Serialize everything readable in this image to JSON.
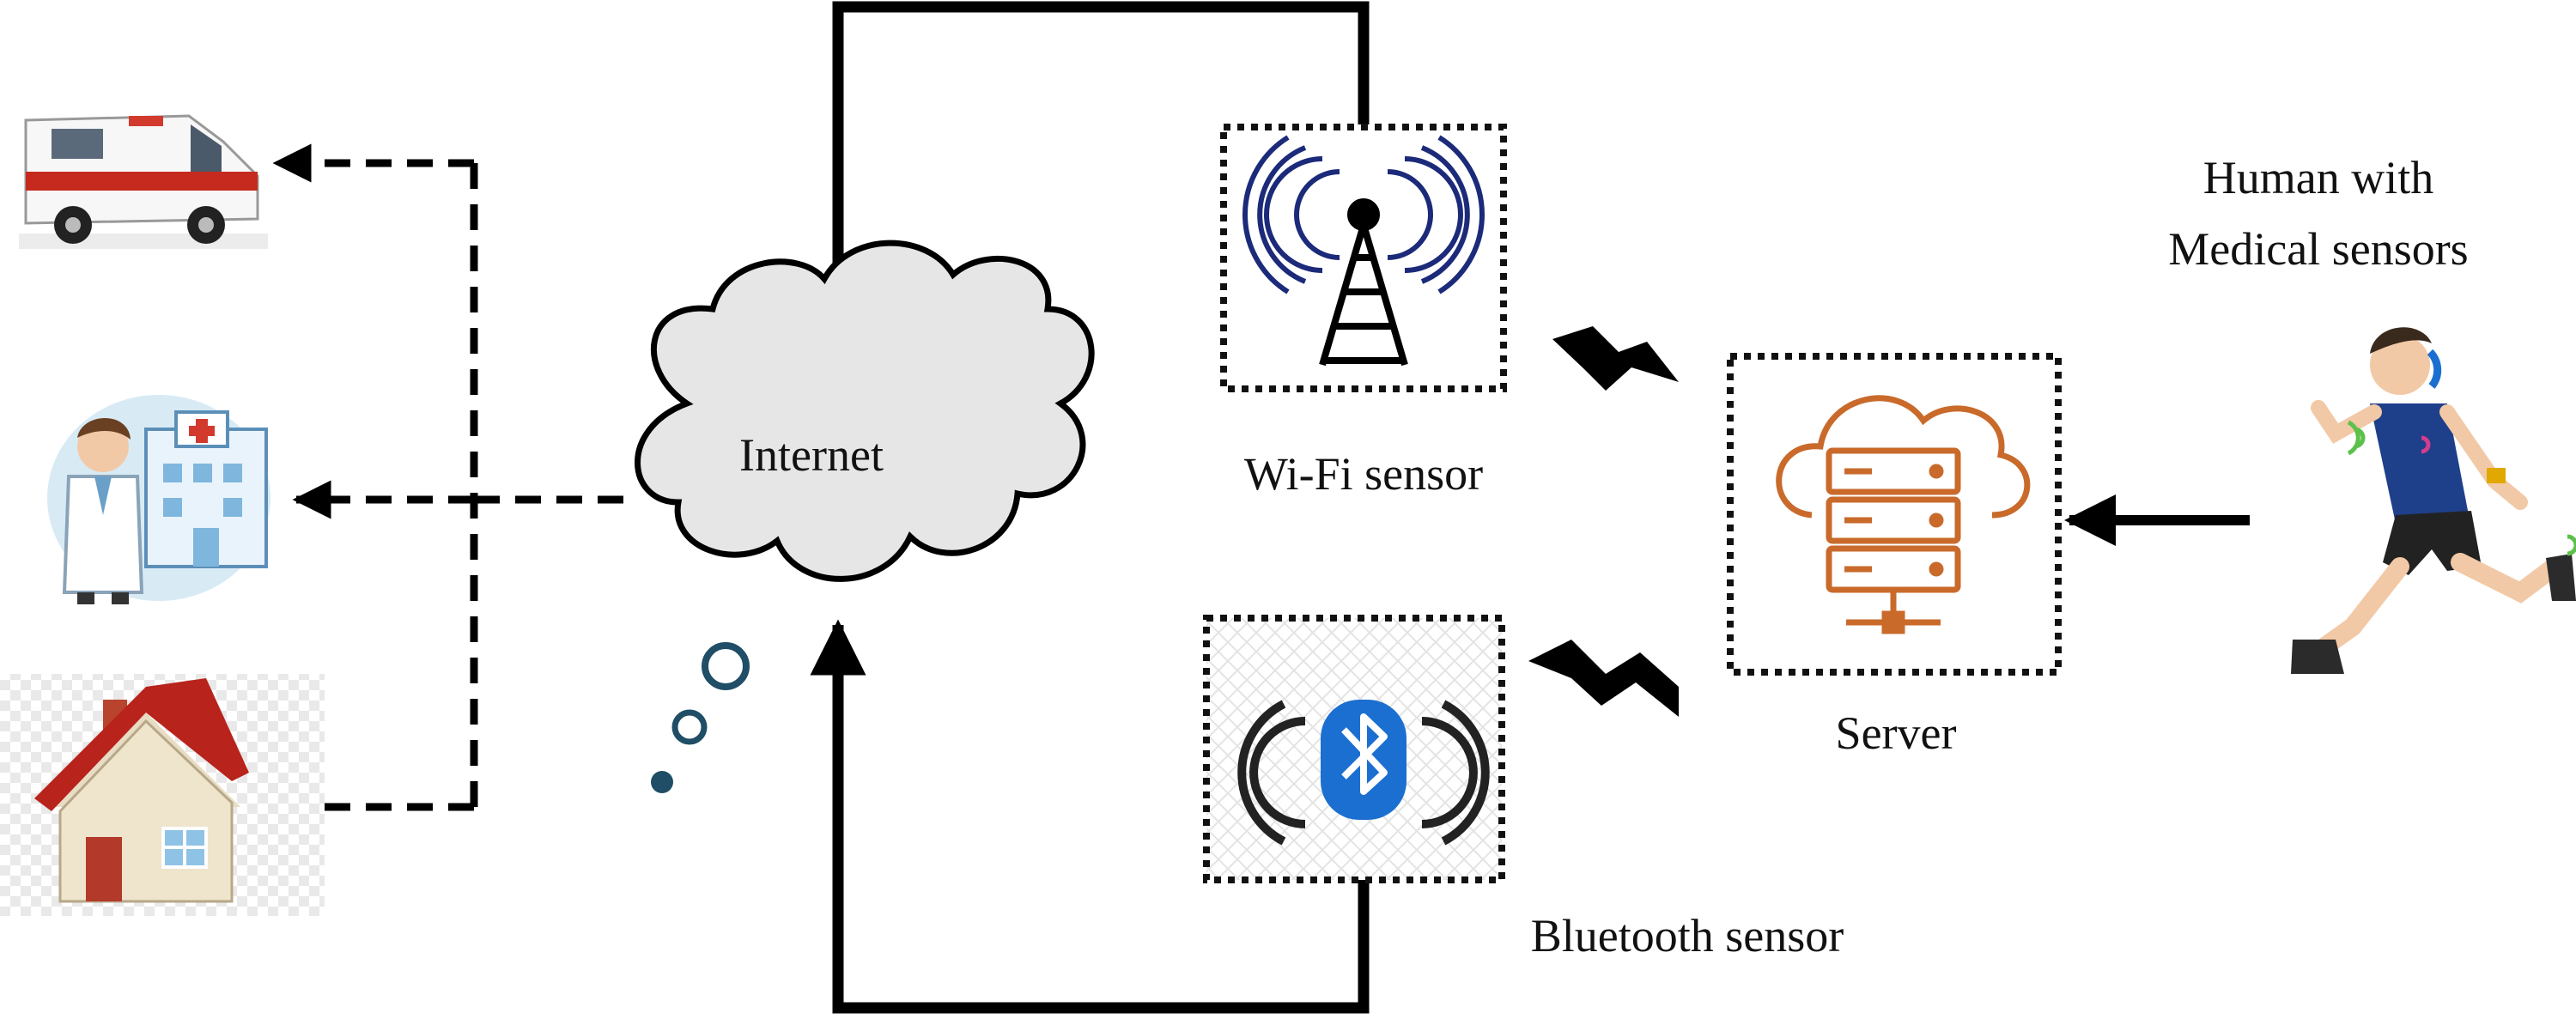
{
  "nodes": {
    "internet": {
      "label": "Internet",
      "icon": "cloud-icon"
    },
    "wifi": {
      "label": "Wi-Fi sensor",
      "icon": "wifi-tower-icon"
    },
    "bluetooth": {
      "label": "Bluetooth sensor",
      "icon": "bluetooth-icon"
    },
    "server": {
      "label": "Server",
      "icon": "cloud-server-icon"
    },
    "human": {
      "label_line1": "Human with",
      "label_line2": "Medical sensors",
      "icon": "running-person-icon"
    },
    "ambulance": {
      "icon": "ambulance-icon"
    },
    "doctor_hospital": {
      "icon": "doctor-hospital-icon"
    },
    "home": {
      "icon": "house-icon"
    }
  },
  "colors": {
    "line": "#000000",
    "cloud_fill": "#e6e6e6",
    "thought_bubble": "#1f4e66",
    "wifi_waves": "#1c2a7a",
    "server_orange": "#c96a2b",
    "bluetooth_blue": "#1b6fd1"
  }
}
